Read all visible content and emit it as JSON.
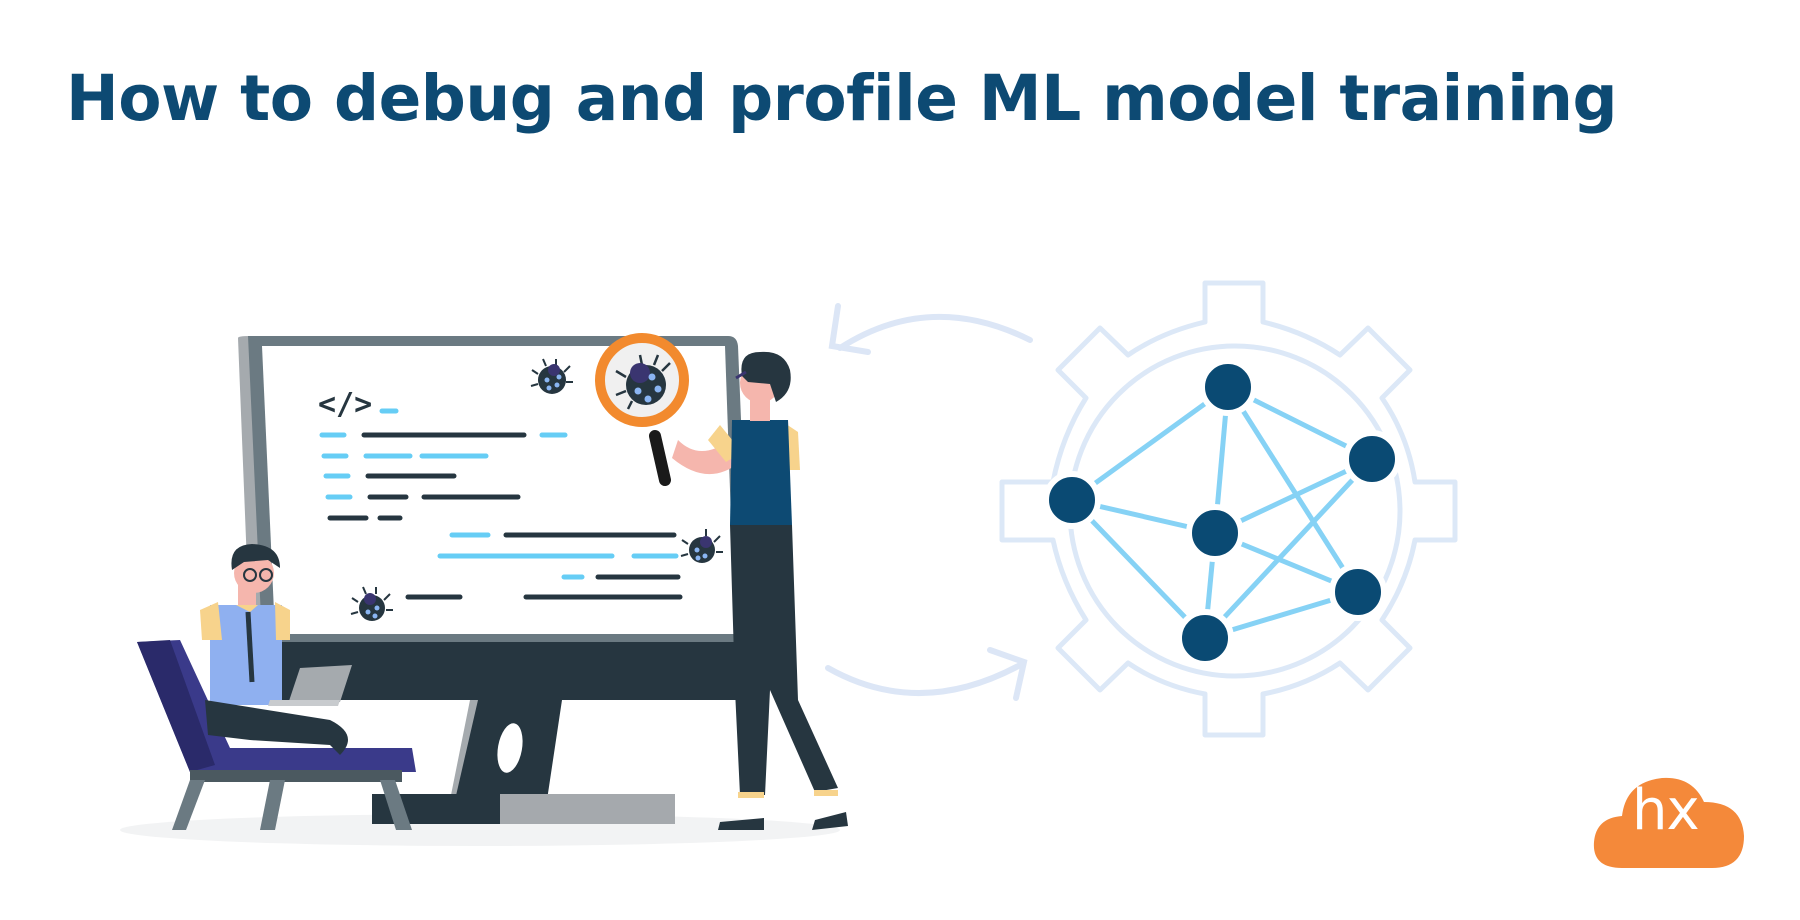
{
  "header": {
    "title": "How to debug and profile ML model training"
  },
  "illustration": {
    "code_symbol": "</>",
    "subjects": [
      "monitor-with-code",
      "bugs",
      "magnifying-glass",
      "standing-developer",
      "seated-developer-with-laptop",
      "cycle-arrows",
      "gear-neural-network"
    ],
    "network_nodes": 6
  },
  "brand": {
    "logo_text": "hx"
  },
  "colors": {
    "title": "#0d4a73",
    "node": "#0a4a73",
    "edge": "#86d2f5",
    "gear": "#dce8f7",
    "code_dark": "#263640",
    "code_light": "#66cdf5",
    "magnifier": "#f28a2e",
    "logo": "#f4893a"
  }
}
